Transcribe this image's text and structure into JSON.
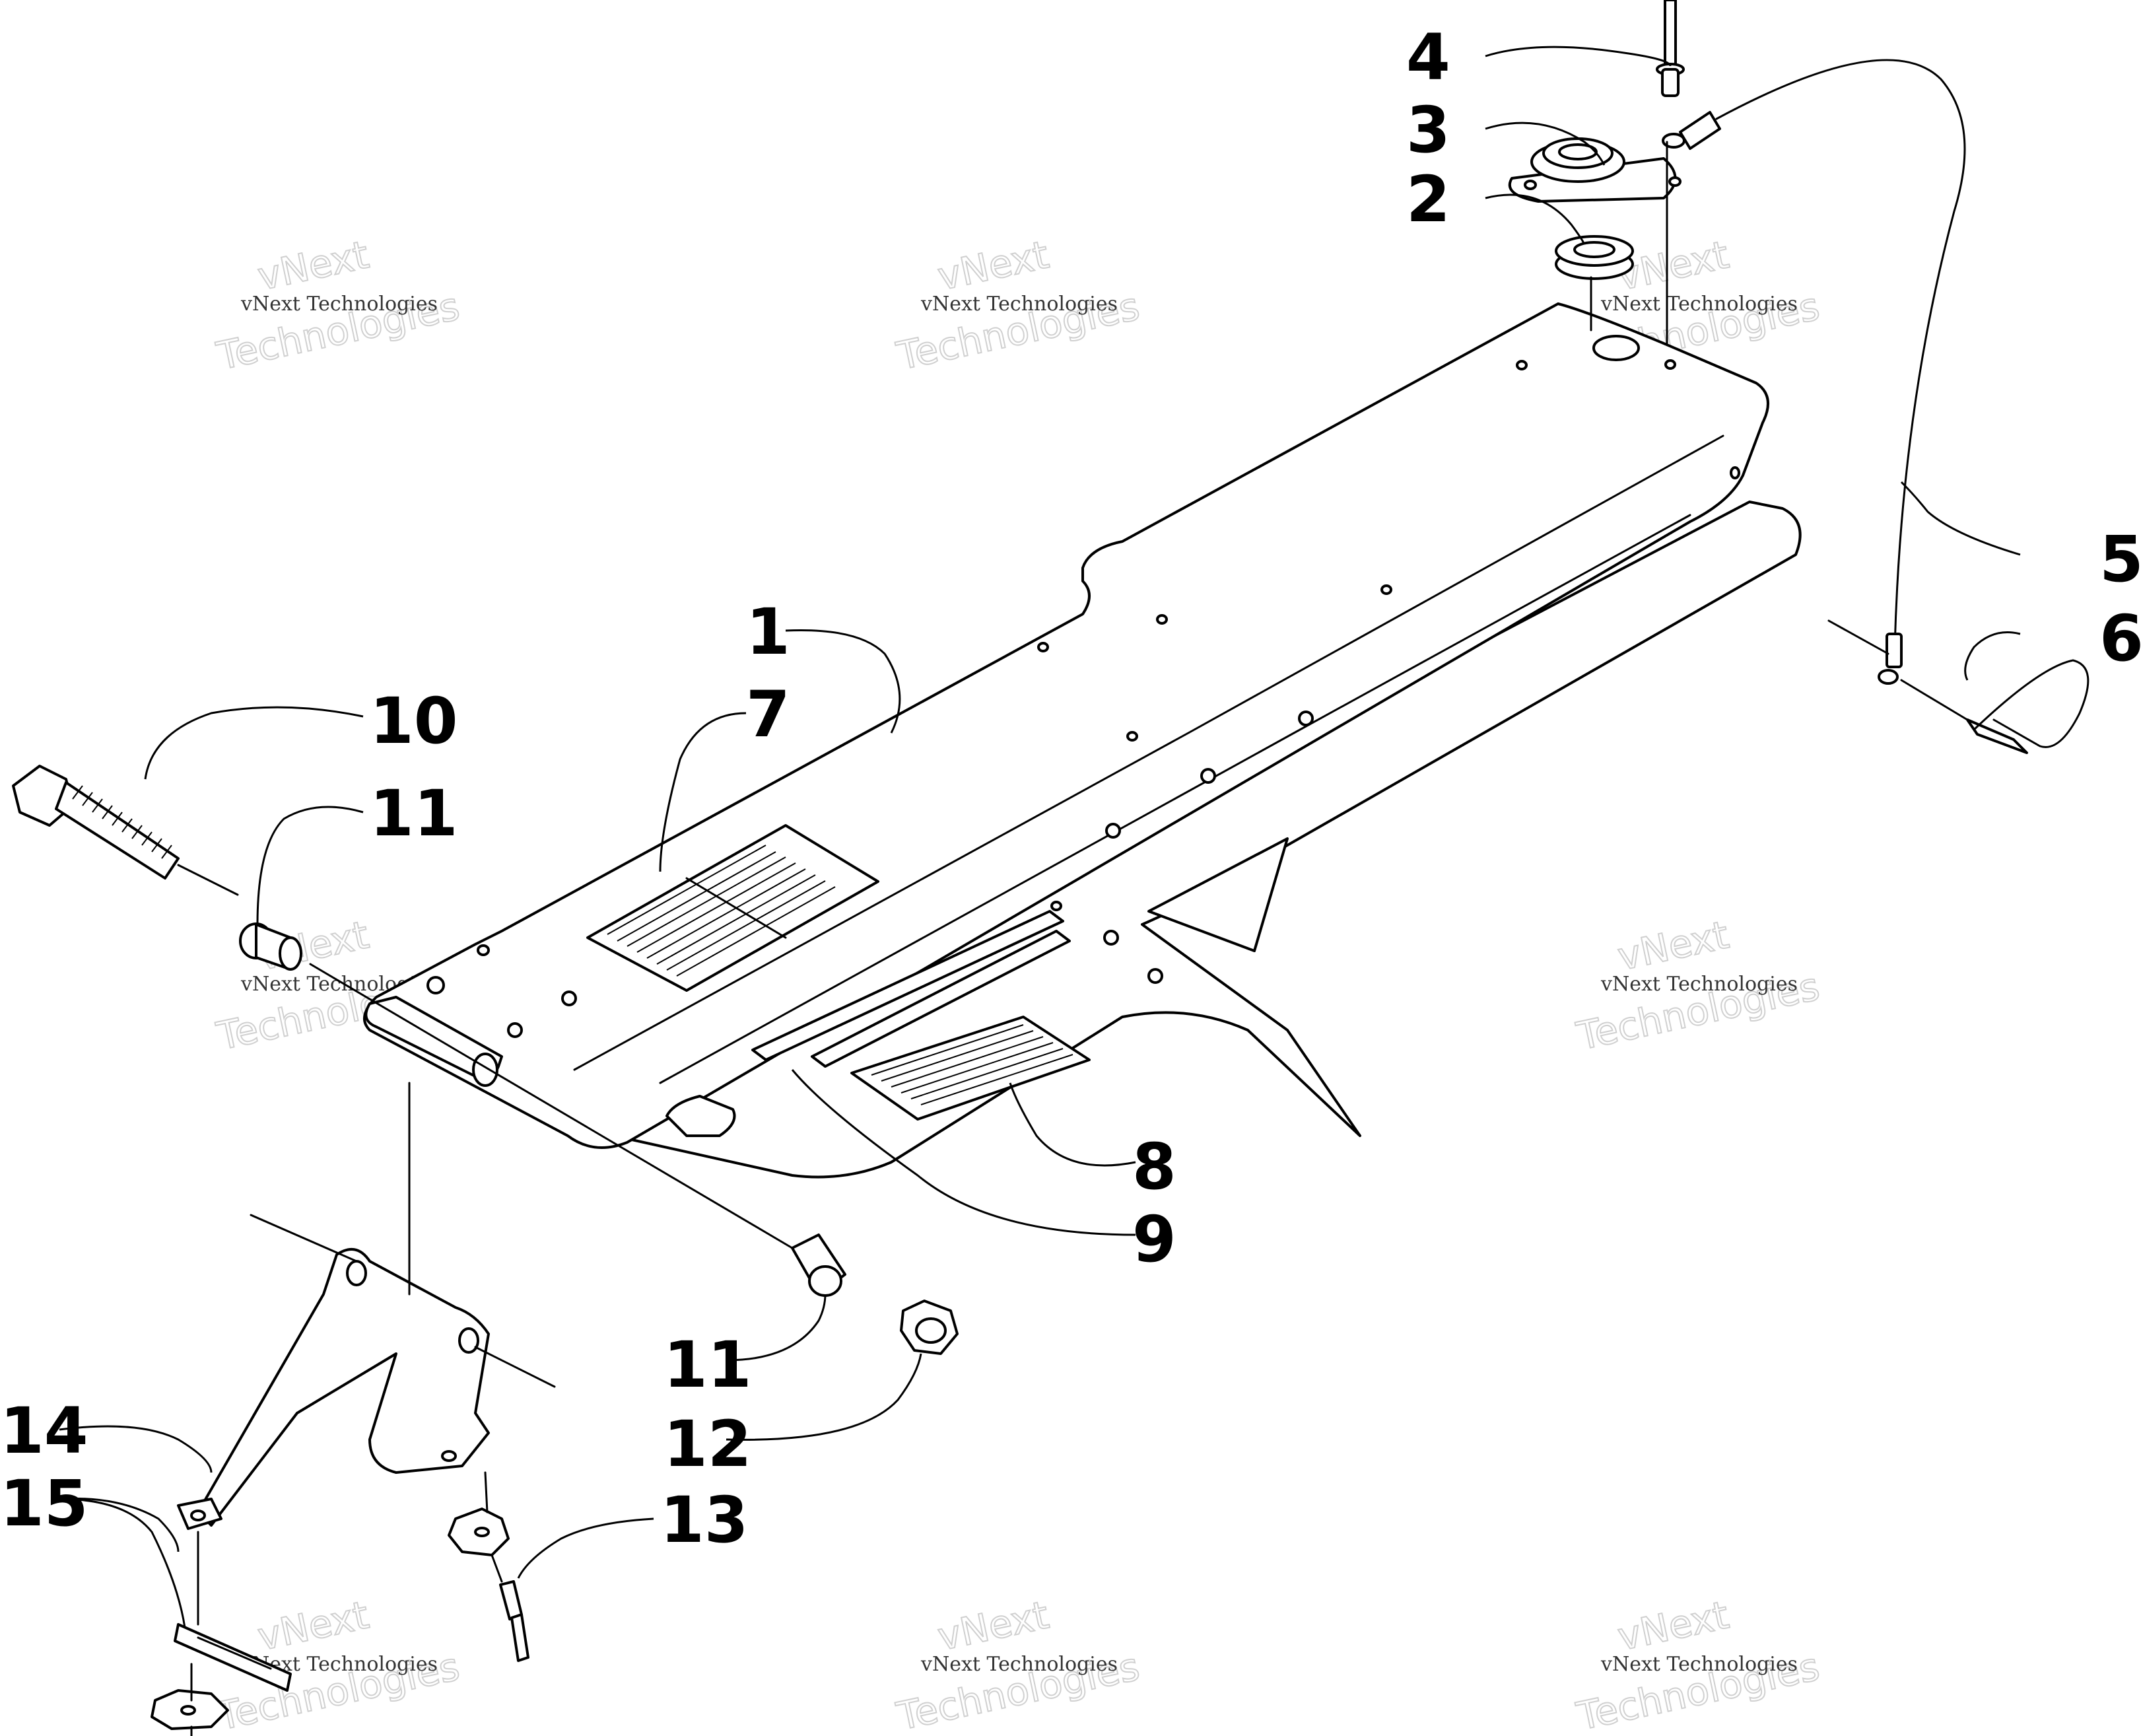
{
  "callouts": {
    "c1": "1",
    "c2": "2",
    "c3": "3",
    "c4": "4",
    "c5": "5",
    "c6": "6",
    "c7": "7",
    "c8": "8",
    "c9": "9",
    "c10": "10",
    "c11a": "11",
    "c11b": "11",
    "c12": "12",
    "c13": "13",
    "c14": "14",
    "c15": "15"
  },
  "watermark": {
    "line1": "vNext Technologies",
    "line2": "vNext",
    "line3": "Technologies"
  },
  "colors": {
    "ink": "#000000",
    "background": "#ffffff",
    "watermark": "#d0d0d0"
  }
}
